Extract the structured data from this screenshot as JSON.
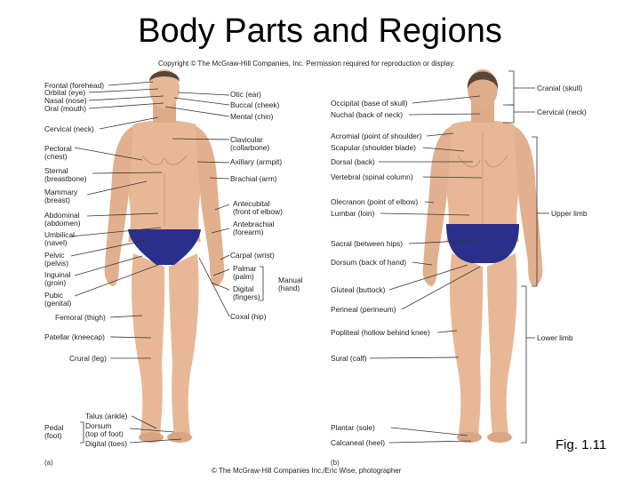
{
  "title": "Body Parts and Regions",
  "copyright": "Copyright © The McGraw-Hill Companies, Inc. Permission required for reproduction or display.",
  "footer": "© The McGraw-Hill Companies Inc./Eric Wise, photographer",
  "figure": "Fig. 1.11",
  "panels": {
    "a": "(a)",
    "b": "(b)"
  },
  "colors": {
    "skin": "#e8b896",
    "skin_shadow": "#c99576",
    "hair": "#5a4536",
    "briefs": "#2a2f8c",
    "lines": "#333333"
  },
  "anterior_left": [
    "Frontal (forehead)",
    "Orbital (eye)",
    "Nasal (nose)",
    "Oral (mouth)",
    "Cervical (neck)",
    "Pectoral\n(chest)",
    "Sternal\n(breastbone)",
    "Mammary\n(breast)",
    "Abdominal\n(abdomen)",
    "Umbilical\n(navel)",
    "Pelvic\n(pelvis)",
    "Inguinal\n(groin)",
    "Pubic\n(genital)",
    "Femoral (thigh)",
    "Patellar (kneecap)",
    "Crural (leg)",
    "Talus (ankle)",
    "Dorsum\n(top of foot)",
    "Digital (toes)",
    "Pedal\n(foot)"
  ],
  "anterior_right": [
    "Otic (ear)",
    "Buccal (cheek)",
    "Mental (chin)",
    "Clavicular\n(collarbone)",
    "Axillary (armpit)",
    "Brachial (arm)",
    "Antecubital\n(front of elbow)",
    "Antebrachial\n(forearm)",
    "Carpal (wrist)",
    "Palmar\n(palm)",
    "Digital\n(fingers)",
    "Manual\n(hand)",
    "Coxal (hip)"
  ],
  "posterior_left": [
    "Occipital (base of skull)",
    "Nuchal (back of neck)",
    "Acromial (point of shoulder)",
    "Scapular (shoulder blade)",
    "Dorsal (back)",
    "Vertebral (spinal column)",
    "Olecranon (point of elbow)",
    "Lumbar (loin)",
    "Sacral (between hips)",
    "Dorsum (back of hand)",
    "Gluteal (buttock)",
    "Perineal (perineum)",
    "Popliteal (hollow behind knee)",
    "Sural (calf)",
    "Plantar (sole)",
    "Calcaneal (heel)"
  ],
  "posterior_right": [
    "Cranial (skull)",
    "Cervical (neck)",
    "Upper limb",
    "Lower limb"
  ]
}
